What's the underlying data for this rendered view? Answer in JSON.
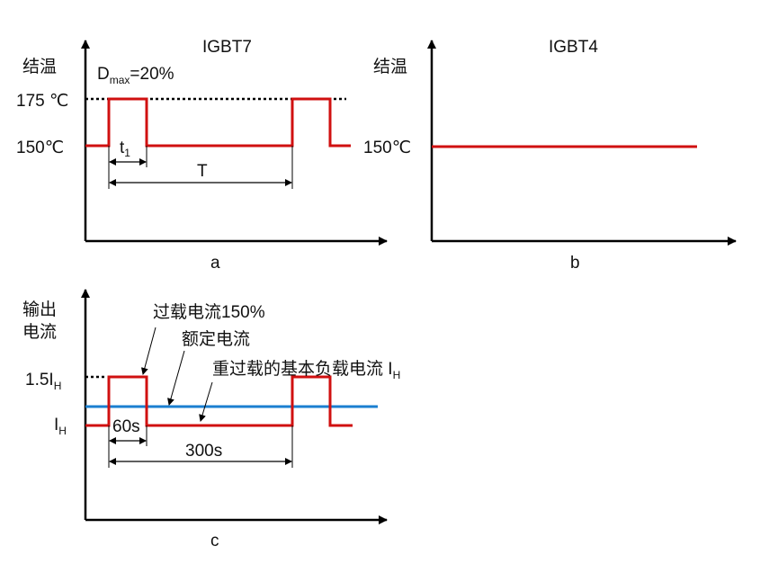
{
  "panel_a": {
    "title": "IGBT7",
    "ylabel": "结温",
    "dmax": "D",
    "dmax_sub": "max",
    "dmax_val": "=20%",
    "y_high": "175 ℃",
    "y_low": "150℃",
    "t1": "t",
    "t1_sub": "1",
    "T": "T",
    "caption": "a"
  },
  "panel_b": {
    "title": "IGBT4",
    "ylabel": "结温",
    "y_low": "150℃",
    "caption": "b"
  },
  "panel_c": {
    "ylabel_1": "输出",
    "ylabel_2": "电流",
    "y_high": "1.5I",
    "y_high_sub": "H",
    "y_low": "I",
    "y_low_sub": "H",
    "ann_overload": "过载电流150%",
    "ann_rated": "额定电流",
    "ann_base": "重过载的基本负载电流 I",
    "ann_base_sub": "H",
    "t_pulse": "60s",
    "t_period": "300s",
    "caption": "c"
  },
  "colors": {
    "pulse": "#d01010",
    "rated": "#1a7fd0",
    "axis": "#000000"
  }
}
